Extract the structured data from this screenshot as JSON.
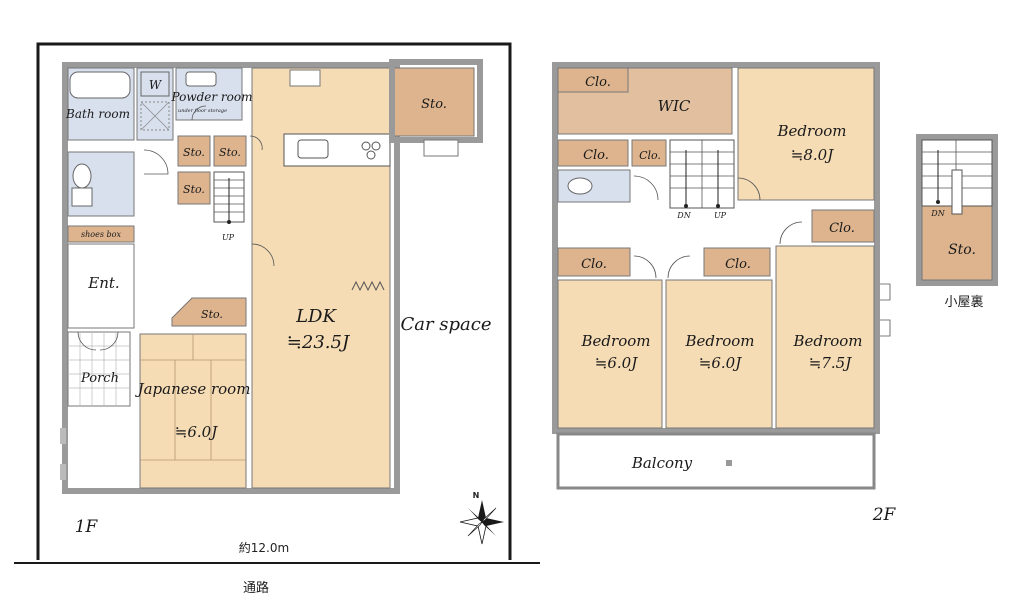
{
  "floor_1f": {
    "label": "1F",
    "rooms": {
      "bath": "Bath room",
      "washer": "W",
      "powder": "Powder room",
      "underfloor": "under floor storage",
      "sto_main": "Sto.",
      "sto_a": "Sto.",
      "sto_b": "Sto.",
      "sto_c": "Sto.",
      "sto_d": "Sto.",
      "shoes": "shoes box",
      "entrance": "Ent.",
      "porch": "Porch",
      "japanese_name": "Japanese room",
      "japanese_size": "≒6.0J",
      "ldk_name": "LDK",
      "ldk_size": "≒23.5J",
      "car": "Car space",
      "stair_up": "UP"
    },
    "width_label": "約12.0m",
    "road_label": "通路"
  },
  "floor_2f": {
    "label": "2F",
    "rooms": {
      "clo_tl": "Clo.",
      "wic": "WIC",
      "clo_ml": "Clo.",
      "clo_ms": "Clo.",
      "bed_tr_name": "Bedroom",
      "bed_tr_size": "≒8.0J",
      "clo_r": "Clo.",
      "clo_b1": "Clo.",
      "clo_b2": "Clo.",
      "bed1_name": "Bedroom",
      "bed1_size": "≒6.0J",
      "bed2_name": "Bedroom",
      "bed2_size": "≒6.0J",
      "bed3_name": "Bedroom",
      "bed3_size": "≒7.5J",
      "balcony": "Balcony",
      "stair_dn": "DN",
      "stair_up": "UP"
    }
  },
  "attic": {
    "label": "小屋裏",
    "sto": "Sto.",
    "stair_dn": "DN"
  },
  "compass": {
    "north": "N"
  },
  "colors": {
    "wall": "#8a8a8a",
    "room": "#f5dcb5",
    "storage": "#ddb48e",
    "wet": "#d8e0ee",
    "line": "#1a1a1a"
  }
}
